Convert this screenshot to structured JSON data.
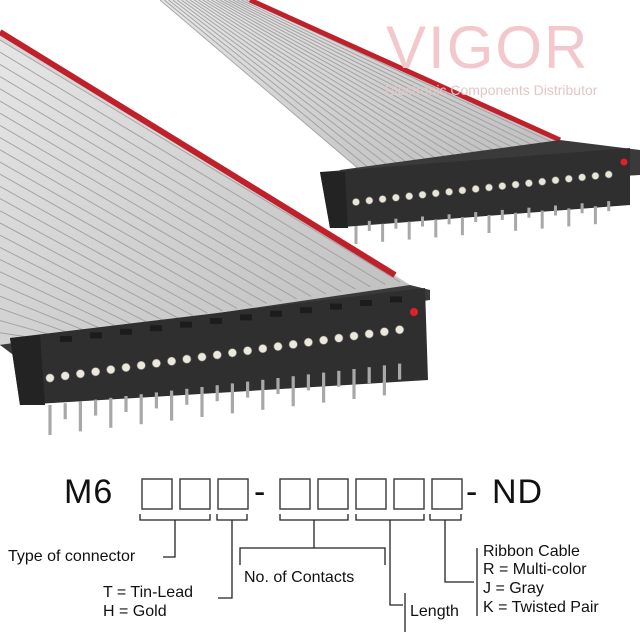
{
  "watermark": {
    "brand": "VIGOR",
    "tagline": "Electronic Components Distributor"
  },
  "part_number": {
    "prefix": "M6",
    "separator": "-",
    "suffix": "ND"
  },
  "labels": {
    "type_of_connector": "Type of connector",
    "plating_tin": "T = Tin-Lead",
    "plating_gold": "H = Gold",
    "no_of_contacts": "No. of Contacts",
    "length": "Length",
    "ribbon_title": "Ribbon Cable",
    "ribbon_r": "R = Multi-color",
    "ribbon_j": "J = Gray",
    "ribbon_k": "K = Twisted Pair"
  },
  "colors": {
    "cable_gray": "#c9c9c9",
    "stripe_red": "#c0202a",
    "connector_body": "#2f2f2f",
    "pin_silver": "#a8a8a8",
    "watermark_pink": "#f3c8cc"
  }
}
